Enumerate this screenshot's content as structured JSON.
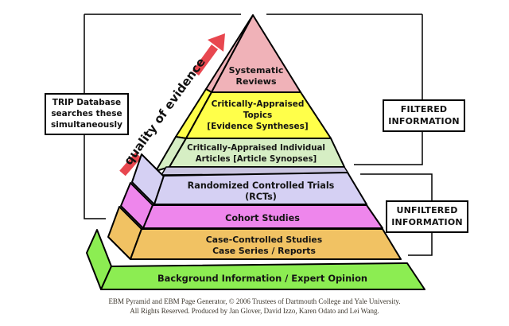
{
  "diagram": {
    "arrow": {
      "label": "quality of evidence",
      "color": "#e8474f"
    },
    "left_box": {
      "lines": [
        "TRIP Database",
        "searches these",
        "simultaneously"
      ]
    },
    "filtered_box": {
      "lines": [
        "FILTERED",
        "INFORMATION"
      ]
    },
    "unfiltered_box": {
      "lines": [
        "UNFILTERED",
        "INFORMATION"
      ]
    },
    "pyramid": {
      "layers": [
        {
          "name": "systematic-reviews",
          "color": "#f0b2b8",
          "lines": [
            "Systematic",
            "Reviews"
          ]
        },
        {
          "name": "critically-appraised-topics",
          "color": "#ffff4a",
          "lines": [
            "Critically-Appraised",
            "Topics",
            "[Evidence Syntheses]"
          ]
        },
        {
          "name": "critically-appraised-individual-articles",
          "color": "#d6eec4",
          "lines": [
            "Critically-Appraised Individual",
            "Articles [Article Synopses]"
          ]
        },
        {
          "name": "randomized-controlled-trials",
          "color": "#d5d0f3",
          "lines": [
            "Randomized Controlled Trials",
            "(RCTs)"
          ]
        },
        {
          "name": "cohort-studies",
          "color": "#ee86ec",
          "lines": [
            "Cohort Studies"
          ]
        },
        {
          "name": "case-controlled-studies",
          "color": "#f1c263",
          "lines": [
            "Case-Controlled Studies",
            "Case Series / Reports"
          ]
        },
        {
          "name": "background-information",
          "color": "#8ced52",
          "lines": [
            "Background Information / Expert Opinion"
          ]
        }
      ],
      "shadow_color": "#c9c4e0"
    },
    "footer": {
      "line1": "EBM Pyramid and EBM Page Generator, © 2006 Trustees of Dartmouth College and Yale University.",
      "line2": "All Rights Reserved. Produced by Jan Glover, David Izzo, Karen Odato and Lei Wang."
    }
  }
}
